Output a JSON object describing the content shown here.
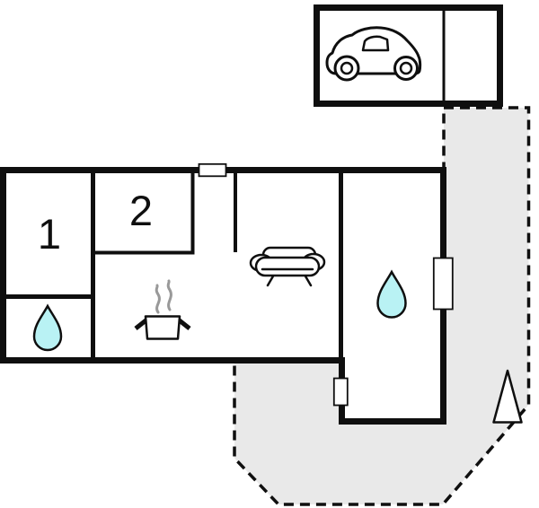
{
  "palette": {
    "wall": "#0f0f0f",
    "background": "#ffffff",
    "terrace_fill": "#e9e9e9",
    "water_drop_fill": "#b9f2f4",
    "steam": "#999999"
  },
  "rooms": [
    {
      "id": "room-1",
      "label": "1"
    },
    {
      "id": "room-2",
      "label": "2"
    }
  ],
  "areas": {
    "garage": "garage",
    "terrace": "terrace",
    "main_building": "main-building"
  },
  "icons": {
    "car": "car-icon",
    "sofa": "sofa-icon",
    "cooking_pot": "cooking-pot-icon",
    "steam": "steam-icon",
    "water_drop_bathroom": "water-drop-icon",
    "water_drop_right_room": "water-drop-icon",
    "tree": "tree-icon",
    "window_top": "window-icon",
    "window_right": "window-icon",
    "window_extension": "window-icon"
  }
}
